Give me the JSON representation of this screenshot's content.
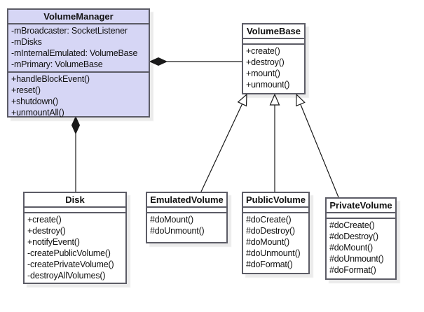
{
  "classes": {
    "volume_manager": {
      "title": "VolumeManager",
      "attributes": [
        "-mBroadcaster: SocketListener",
        "-mDisks",
        "-mInternalEmulated: VolumeBase",
        "-mPrimary: VolumeBase"
      ],
      "methods": [
        "+handleBlockEvent()",
        "+reset()",
        "+shutdown()",
        "+unmountAll()"
      ]
    },
    "volume_base": {
      "title": "VolumeBase",
      "attributes": [],
      "methods": [
        "+create()",
        "+destroy()",
        "+mount()",
        "+unmount()"
      ]
    },
    "disk": {
      "title": "Disk",
      "attributes": [],
      "methods": [
        "+create()",
        "+destroy()",
        "+notifyEvent()",
        "-createPublicVolume()",
        "-createPrivateVolume()",
        "-destroyAllVolumes()"
      ]
    },
    "emulated_volume": {
      "title": "EmulatedVolume",
      "attributes": [],
      "methods": [
        "#doMount()",
        "#doUnmount()"
      ]
    },
    "public_volume": {
      "title": "PublicVolume",
      "attributes": [],
      "methods": [
        "#doCreate()",
        "#doDestroy()",
        "#doMount()",
        "#doUnmount()",
        "#doFormat()"
      ]
    },
    "private_volume": {
      "title": "PrivateVolume",
      "attributes": [],
      "methods": [
        "#doCreate()",
        "#doDestroy()",
        "#doMount()",
        "#doUnmount()",
        "#doFormat()"
      ]
    }
  },
  "relationships": [
    {
      "type": "composition",
      "owner": "VolumeManager",
      "part": "VolumeBase"
    },
    {
      "type": "composition",
      "owner": "VolumeManager",
      "part": "Disk"
    },
    {
      "type": "generalization",
      "child": "EmulatedVolume",
      "parent": "VolumeBase"
    },
    {
      "type": "generalization",
      "child": "PublicVolume",
      "parent": "VolumeBase"
    },
    {
      "type": "generalization",
      "child": "PrivateVolume",
      "parent": "VolumeBase"
    }
  ],
  "colors": {
    "class_highlight_fill": "#d6d6f5",
    "class_fill": "#ffffff",
    "class_border": "#5c5c66",
    "connector": "#1a1a1a"
  }
}
